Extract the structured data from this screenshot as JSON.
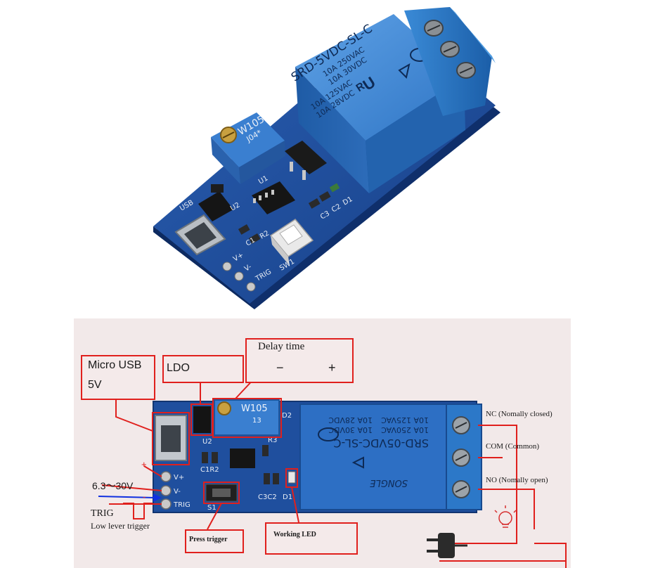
{
  "photo": {
    "relay_marking": {
      "model": "SRD-5VDC-SL-C",
      "line1": "10A 250VAC",
      "line2": "10A 30VDC",
      "line3": "10A 125VAC",
      "line4": "10A 28VDC"
    },
    "pot_marking": {
      "model": "W105",
      "sub": "J04*"
    },
    "silkscreen": {
      "usb": "USB",
      "u2": "U2",
      "u1": "U1",
      "c1": "C1",
      "r2": "R2",
      "c3": "C3",
      "c2": "C2",
      "d1": "D1",
      "sw1": "SW1",
      "vplus": "V+",
      "vminus": "V-",
      "trig": "TRIG"
    }
  },
  "diagram": {
    "micro_usb": {
      "line1": "Micro USB",
      "line2": "5V"
    },
    "ldo": "LDO",
    "delay_time": {
      "title": "Delay time",
      "minus": "−",
      "plus": "+"
    },
    "voltage": {
      "range": "6.3～30V",
      "plus": "+",
      "minus": "-"
    },
    "trig": {
      "name": "TRIG",
      "desc": "Low lever trigger"
    },
    "press_trigger": "Press trigger",
    "working_led": "Working LED",
    "nc": "NC (Nomally closed)",
    "com": "COM (Common)",
    "no": "NO (Nomally open)",
    "relay_marking": {
      "model": "SRD-05VDC-SL-C",
      "line1": "10A 250VAC",
      "line2": "10A 30VDC",
      "line3": "10A 125VAC",
      "line4": "10A 28VDC",
      "brand": "SONGLE"
    },
    "pot_marking": {
      "model": "W105",
      "sub": "13"
    },
    "silkscreen": {
      "d2": "D2",
      "u2": "U2",
      "r3": "R3",
      "c1r2": "C1R2",
      "c3c2": "C3C2",
      "d1": "D1",
      "vplus": "V+",
      "vminus": "V-",
      "trig": "TRIG",
      "s1": "S1"
    }
  },
  "colors": {
    "pcb": "#1f4f9e",
    "relay": "#2d6fc4",
    "terminal": "#2c78c8",
    "annotation": "#e0201d",
    "blue_arrow": "#1030e0"
  }
}
